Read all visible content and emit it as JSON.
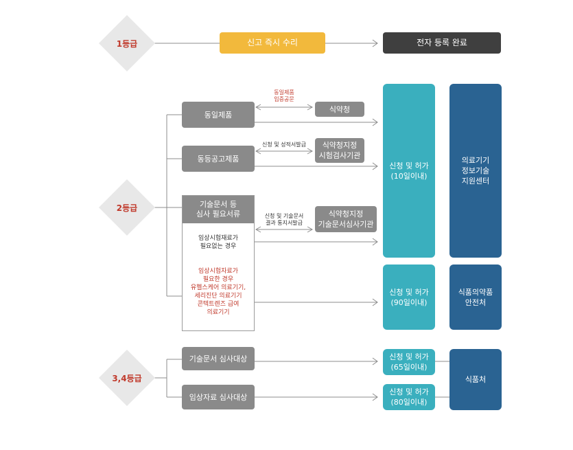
{
  "grades": {
    "grade1": "1등급",
    "grade2": "2등급",
    "grade34": "3,4등급"
  },
  "row1": {
    "instant_accept": "신고 즉시 수리",
    "electronic_registration": "전자 등록 완료"
  },
  "grade2": {
    "same_product": "동일제품",
    "same_product_note": "동일제품\n입증공문",
    "mfds": "식약청",
    "equivalent_product": "동등공고제품",
    "equivalent_note": "신청 및 성적서발급",
    "designated_test_lab": "식약청지정\n시험검사기관",
    "doc_review_header": "기술문서 등\n심사 필요서류",
    "doc_review_note": "신청 및 기술문서\n결과 통지서발급",
    "designated_doc_review": "식약청지정\n기술문서심사기관",
    "no_clinical": "임상시험재료가\n필요없는 경우",
    "clinical_needed": "임상시험자료가\n필요한 경우\n유헬스케어 의료기기,\n세리진단 의료기기\n콘텍트렌즈 급여\n의료기기",
    "apply_10": "신청 및 허가\n(10일이내)",
    "apply_90": "신청 및 허가\n(90일이내)",
    "nidsa": "의료기기\n정보기술\n지원센터",
    "mfds_safety": "식품의약품\n안전처"
  },
  "grade34": {
    "tech_doc_review": "기술문서 심사대상",
    "clinical_review": "임상자료 심사대상",
    "apply_65": "신청 및 허가\n(65일이내)",
    "apply_80": "신청 및 허가\n(80일이내)",
    "mfds_short": "식품처"
  },
  "colors": {
    "gray": "#8a8a8a",
    "yellow": "#f2b93c",
    "dark": "#3f3f3f",
    "teal": "#3aafbe",
    "navy": "#2a6392",
    "grade_red": "#c0392b"
  }
}
